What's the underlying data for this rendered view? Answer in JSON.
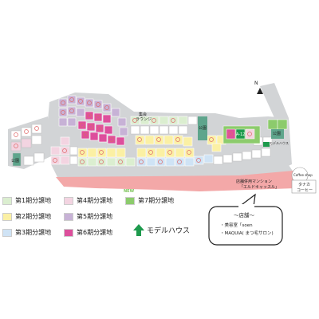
{
  "north_label": "N",
  "park_labels": [
    "公園",
    "公園",
    "公園"
  ],
  "lounge_label": [
    "集会",
    "ラウンジ"
  ],
  "model_lot_label": "A-12",
  "model_mark_label": "モデルハウス",
  "coffee_shop": {
    "en": "Coffee shop",
    "line1": "タナカ",
    "line2": "コーヒー"
  },
  "mansion_label": [
    "店舗併用マンション",
    "「エルドキャッスル」"
  ],
  "shops": {
    "title": "〜店舗〜",
    "items": [
      "・美容室「soen",
      "・MAQUIA( まつ毛サロン)"
    ]
  },
  "legend": [
    {
      "label": "第1期分譲地",
      "color": "#dbeed0",
      "new": ""
    },
    {
      "label": "第4期分譲地",
      "color": "#f3d4e1",
      "new": ""
    },
    {
      "label": "第7期分譲地",
      "color": "#8ccb6c",
      "new": "NEW"
    },
    {
      "label": "第2期分譲地",
      "color": "#fbf0a4",
      "new": ""
    },
    {
      "label": "第5期分譲地",
      "color": "#c7b2d6",
      "new": ""
    },
    {
      "label": "第3期分譲地",
      "color": "#cfe3f5",
      "new": ""
    },
    {
      "label": "第6期分譲地",
      "color": "#dd4f9c",
      "new": ""
    }
  ],
  "model_house_legend": "モデルハウス",
  "colors": {
    "road": "#d2d4d6",
    "blank_lot": "#ffffff",
    "park": "#5ea58c",
    "mansion": "#f3a8a8",
    "model_house": "#1e9a4d",
    "sold_mark": "#e06a6a"
  }
}
